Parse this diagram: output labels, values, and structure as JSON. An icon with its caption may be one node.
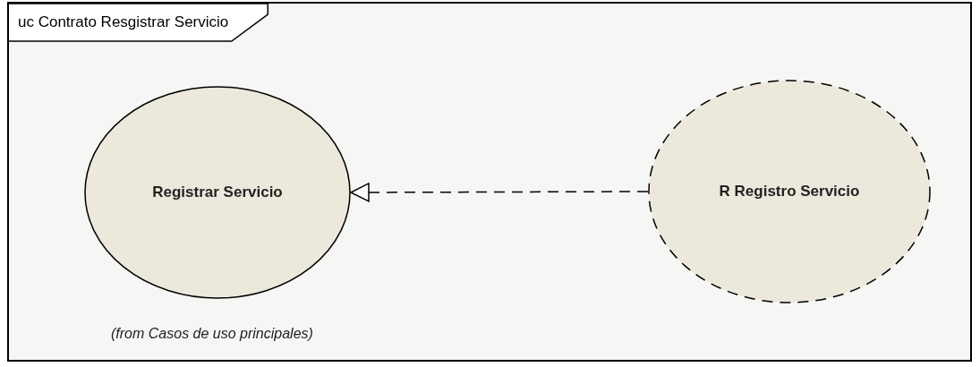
{
  "diagram": {
    "nodes": [
      {
        "text": [
          "uc Contrato Resgistrar Servicio"
        ]
      },
      {
        "text": [
          "Registrar Servicio"
        ],
        "in": 0,
        "beside": [
          "(from Casos de uso principales)"
        ]
      },
      {
        "text": [
          "R Registro Servicio"
        ],
        "in": 0
      }
    ],
    "edges": [
      {
        "from": 2,
        "to": 1,
        "arrow": "to",
        "style": "dashed"
      }
    ]
  }
}
